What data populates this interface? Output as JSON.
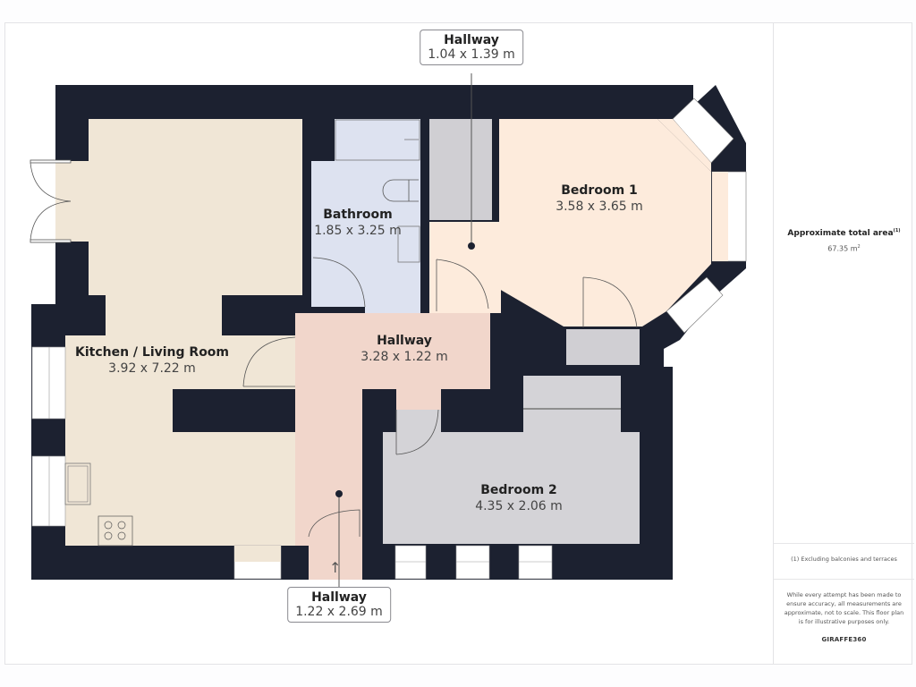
{
  "colors": {
    "wall": "#1c2130",
    "kitchen_living": "#f0e6d6",
    "bathroom": "#dde2f0",
    "hallway": "#f1d6cb",
    "bedroom1": "#fdebdc",
    "bedroom2": "#d4d3d7",
    "storage": "#d0cfd3",
    "window": "#ffffff"
  },
  "rooms": {
    "kitchen_living": {
      "name": "Kitchen / Living Room",
      "dims": "3.92 x 7.22 m"
    },
    "bathroom": {
      "name": "Bathroom",
      "dims": "1.85 x 3.25 m"
    },
    "bedroom1": {
      "name": "Bedroom 1",
      "dims": "3.58 x 3.65 m"
    },
    "hallway_center": {
      "name": "Hallway",
      "dims": "3.28 x 1.22 m"
    },
    "bedroom2": {
      "name": "Bedroom 2",
      "dims": "4.35 x 2.06 m"
    }
  },
  "callouts": {
    "hallway_top": {
      "name": "Hallway",
      "dims": "1.04 x 1.39 m"
    },
    "hallway_entrance": {
      "name": "Hallway",
      "dims": "1.22 x 2.69 m"
    }
  },
  "sidebar": {
    "area_title": "Approximate total area",
    "area_note_marker": "(1)",
    "area_value": "67.35 m",
    "area_unit_sup": "2",
    "footnote": "(1) Excluding balconies and terraces",
    "disclaimer": "While every attempt has been made to ensure accuracy, all measurements are approximate, not to scale. This floor plan is for illustrative purposes only.",
    "brand": "GIRAFFE360"
  }
}
